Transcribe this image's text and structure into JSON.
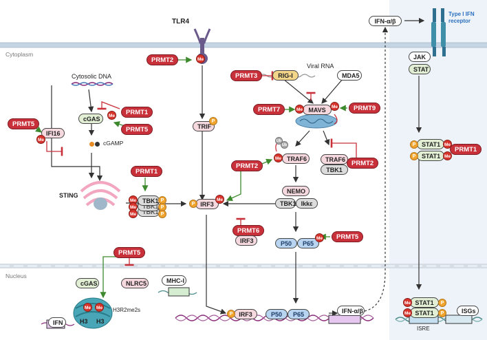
{
  "regions": {
    "cytoplasm": "Cytoplasm",
    "nucleus": "Nucleus"
  },
  "receptors": {
    "tlr4": "TLR4",
    "ifn_receptor": "Type I IFN receptor"
  },
  "labels": {
    "cytosolic_dna": "Cytosolic DNA",
    "viral_rna": "Viral RNA",
    "cgamp": "cGAMP",
    "sting": "STING",
    "h3r2me2s": "H3R2me2s"
  },
  "nodes": {
    "ifn_ab_out": "IFN-α/β",
    "jak": "JAK",
    "stat": "STAT",
    "rigi": "RIG-I",
    "mda5": "MDA5",
    "mavs": "MAVS",
    "cgas": "cGAS",
    "ifi16": "IFI16",
    "trif": "TRIF",
    "traf6": "TRAF6",
    "traf6_b": "TRAF6",
    "tbk1_b": "TBK1",
    "tbk1": "TBK1",
    "irf3": "IRF3",
    "nemo": "NEMO",
    "tbk1_nemo": "TBK1",
    "ikke": "Ikkε",
    "irf3_b": "IRF3",
    "p50": "P50",
    "p65": "P65",
    "stat1_a": "STAT1",
    "stat1_b": "STAT1",
    "cgas_nuc": "cGAS",
    "nlrc5": "NLRC5",
    "mhc1": "MHC-I",
    "ifn": "IFN",
    "h3_a": "H3",
    "h3_b": "H3",
    "irf3_n": "IRF3",
    "p50_n": "P50",
    "p65_n": "P65",
    "ifn_ab_gene": "IFN-α/β",
    "stat1_n1": "STAT1",
    "stat1_n2": "STAT1",
    "isgs": "ISGs",
    "isre": "ISRE",
    "ub": "Ub"
  },
  "prmts": {
    "prmt2_tlr": "PRMT2",
    "prmt3": "PRMT3",
    "prmt7": "PRMT7",
    "prmt9": "PRMT9",
    "prmt1_cgas": "PRMT1",
    "prmt5_cgas": "PRMT5",
    "prmt5_ifi16": "PRMT5",
    "prmt1_tbk1": "PRMT1",
    "prmt2_traf6": "PRMT2",
    "prmt2_traf6b": "PRMT2",
    "prmt6": "PRMT6",
    "prmt5_p65": "PRMT5",
    "prmt1_stat1": "PRMT1",
    "prmt5_nuc": "PRMT5"
  },
  "mods": {
    "me": "Me",
    "p": "P"
  },
  "colors": {
    "prmt": "#c8303a",
    "membrane": "#c6d5e3",
    "dna": "#8a2a7a",
    "arrow": "#333333",
    "activate": "#3d8a2e",
    "inhibit": "#c8303a"
  }
}
